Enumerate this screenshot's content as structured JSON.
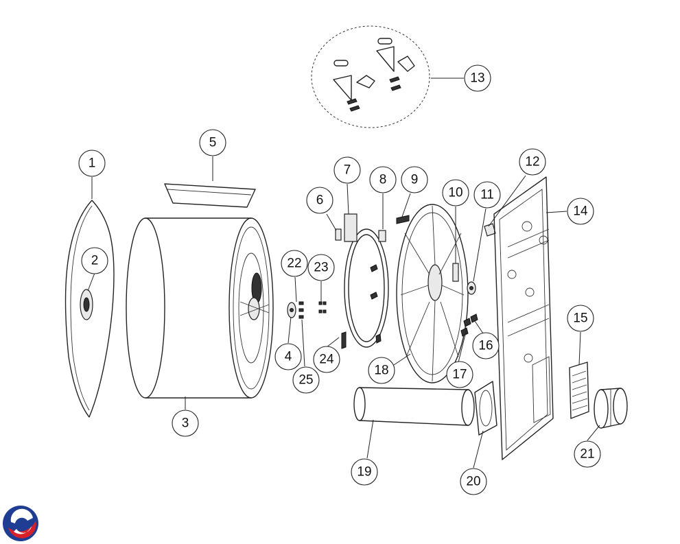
{
  "brand": {
    "logo_colors": [
      "#1f3e93",
      "#d6212b"
    ]
  },
  "callouts": [
    {
      "label": "1"
    },
    {
      "label": "2"
    },
    {
      "label": "3"
    },
    {
      "label": "4"
    },
    {
      "label": "5"
    },
    {
      "label": "6"
    },
    {
      "label": "7"
    },
    {
      "label": "8"
    },
    {
      "label": "9"
    },
    {
      "label": "10"
    },
    {
      "label": "11"
    },
    {
      "label": "12"
    },
    {
      "label": "13"
    },
    {
      "label": "14"
    },
    {
      "label": "15"
    },
    {
      "label": "16"
    },
    {
      "label": "17"
    },
    {
      "label": "18"
    },
    {
      "label": "19"
    },
    {
      "label": "20"
    },
    {
      "label": "21"
    },
    {
      "label": "22"
    },
    {
      "label": "23"
    },
    {
      "label": "24"
    },
    {
      "label": "25"
    }
  ]
}
